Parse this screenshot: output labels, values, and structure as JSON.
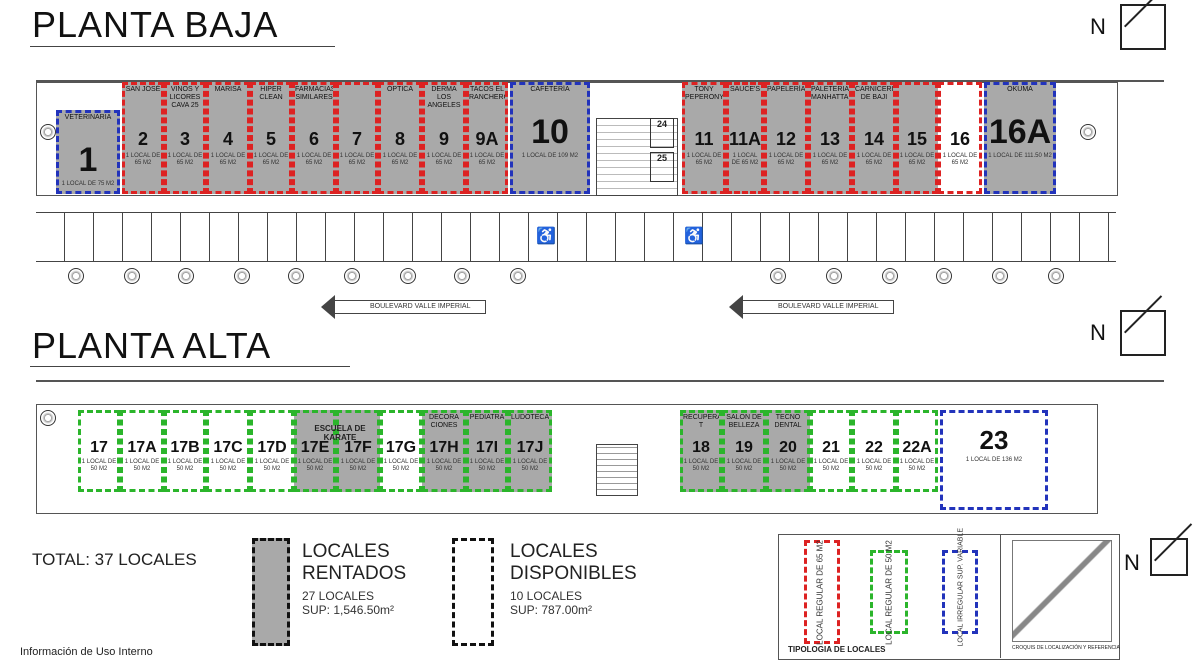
{
  "planta_baja": {
    "title": "PLANTA BAJA",
    "boulevard": "BOULEVARD VALLE IMPERIAL",
    "units": [
      {
        "num": "1",
        "name": "VETERINARIA",
        "cap": "1 LOCAL DE 75 M2",
        "border": "b",
        "status": "rent"
      },
      {
        "num": "2",
        "name": "SAN JOSÉ",
        "cap": "1 LOCAL DE 65 M2",
        "border": "r",
        "status": "rent"
      },
      {
        "num": "3",
        "name": "VINOS Y LICORES CAVA 25",
        "cap": "1 LOCAL DE 65 M2",
        "border": "r",
        "status": "rent"
      },
      {
        "num": "4",
        "name": "MARISA",
        "cap": "1 LOCAL DE 65 M2",
        "border": "r",
        "status": "rent"
      },
      {
        "num": "5",
        "name": "HIPER CLEAN",
        "cap": "1 LOCAL DE 65 M2",
        "border": "r",
        "status": "rent"
      },
      {
        "num": "6",
        "name": "FARMACIAS SIMILARES",
        "cap": "1 LOCAL DE 65 M2",
        "border": "r",
        "status": "rent"
      },
      {
        "num": "7",
        "name": "",
        "cap": "1 LOCAL DE 65 M2",
        "border": "r",
        "status": "rent"
      },
      {
        "num": "8",
        "name": "ÓPTICA",
        "cap": "1 LOCAL DE 65 M2",
        "border": "r",
        "status": "rent"
      },
      {
        "num": "9",
        "name": "DERMA LOS ANGELES",
        "cap": "1 LOCAL DE 65 M2",
        "border": "r",
        "status": "rent"
      },
      {
        "num": "9A",
        "name": "TACOS EL RANCHERO",
        "cap": "1 LOCAL DE 65 M2",
        "border": "r",
        "status": "rent"
      },
      {
        "num": "10",
        "name": "CAFETERÍA",
        "cap": "1 LOCAL DE 109 M2",
        "border": "b",
        "status": "rent"
      },
      {
        "num": "11",
        "name": "TONY PEPERONY",
        "cap": "1 LOCAL DE 65 M2",
        "border": "r",
        "status": "rent"
      },
      {
        "num": "11A",
        "name": "SAUCE'S",
        "cap": "1 LOCAL DE 65 M2",
        "border": "r",
        "status": "rent"
      },
      {
        "num": "12",
        "name": "PAPELERÍA",
        "cap": "1 LOCAL DE 65 M2",
        "border": "r",
        "status": "rent"
      },
      {
        "num": "13",
        "name": "PALETERIA MANHATTAN",
        "cap": "1 LOCAL DE 65 M2",
        "border": "r",
        "status": "rent"
      },
      {
        "num": "14",
        "name": "CARNICERIA DE BAJI",
        "cap": "1 LOCAL DE 65 M2",
        "border": "r",
        "status": "rent"
      },
      {
        "num": "15",
        "name": "",
        "cap": "1 LOCAL DE 65 M2",
        "border": "r",
        "status": "rent"
      },
      {
        "num": "16",
        "name": "",
        "cap": "1 LOCAL DE 65 M2",
        "border": "r",
        "status": "avail"
      },
      {
        "num": "16A",
        "name": "OKUMA",
        "cap": "1 LOCAL DE 111.50 M2",
        "border": "b",
        "status": "rent"
      }
    ],
    "parking": [
      "24",
      "25"
    ]
  },
  "planta_alta": {
    "title": "PLANTA ALTA",
    "units": [
      {
        "num": "17",
        "name": "",
        "cap": "1 LOCAL DE 50 M2",
        "border": "g",
        "status": "avail"
      },
      {
        "num": "17A",
        "name": "",
        "cap": "1 LOCAL DE 50 M2",
        "border": "g",
        "status": "avail"
      },
      {
        "num": "17B",
        "name": "",
        "cap": "1 LOCAL DE 50 M2",
        "border": "g",
        "status": "avail"
      },
      {
        "num": "17C",
        "name": "",
        "cap": "1 LOCAL DE 50 M2",
        "border": "g",
        "status": "avail"
      },
      {
        "num": "17D",
        "name": "",
        "cap": "1 LOCAL DE 50 M2",
        "border": "g",
        "status": "avail"
      },
      {
        "num": "17E",
        "name": "",
        "cap": "1 LOCAL DE 50 M2",
        "border": "g",
        "status": "rent"
      },
      {
        "num": "17F",
        "name": "",
        "cap": "1 LOCAL DE 50 M2",
        "border": "g",
        "status": "rent"
      },
      {
        "num": "17G",
        "name": "",
        "cap": "1 LOCAL DE 50 M2",
        "border": "g",
        "status": "avail"
      },
      {
        "num": "17H",
        "name": "DECORA CIONES",
        "cap": "1 LOCAL DE 50 M2",
        "border": "g",
        "status": "rent"
      },
      {
        "num": "17I",
        "name": "PEDIATRA",
        "cap": "1 LOCAL DE 50 M2",
        "border": "g",
        "status": "rent"
      },
      {
        "num": "17J",
        "name": "LUDOTECA",
        "cap": "1 LOCAL DE 50 M2",
        "border": "g",
        "status": "rent"
      },
      {
        "num": "18",
        "name": "RECUPERA-T",
        "cap": "1 LOCAL DE 50 M2",
        "border": "g",
        "status": "rent"
      },
      {
        "num": "19",
        "name": "SALON DE BELLEZA",
        "cap": "1 LOCAL DE 50 M2",
        "border": "g",
        "status": "rent"
      },
      {
        "num": "20",
        "name": "TECNO DENTAL",
        "cap": "1 LOCAL DE 50 M2",
        "border": "g",
        "status": "rent"
      },
      {
        "num": "21",
        "name": "",
        "cap": "1 LOCAL DE 50 M2",
        "border": "g",
        "status": "avail"
      },
      {
        "num": "22",
        "name": "",
        "cap": "1 LOCAL DE 50 M2",
        "border": "g",
        "status": "avail"
      },
      {
        "num": "22A",
        "name": "",
        "cap": "1 LOCAL DE 50 M2",
        "border": "g",
        "status": "avail"
      },
      {
        "num": "23",
        "name": "",
        "cap": "1 LOCAL DE 136 M2",
        "border": "b",
        "status": "avail"
      }
    ],
    "karate_label": "ESCUELA DE KARATE"
  },
  "compass_label": "N",
  "summary": {
    "total": "TOTAL: 37 LOCALES",
    "rented_title": "LOCALES RENTADOS",
    "rented_count": "27 LOCALES",
    "rented_sup": "SUP: 1,546.50m²",
    "available_title": "LOCALES DISPONIBLES",
    "available_count": "10 LOCALES",
    "available_sup": "SUP: 787.00m²"
  },
  "tipologia": {
    "title": "TIPOLOGIA DE LOCALES",
    "red": "LOCAL REGULAR DE 65 M2",
    "green": "LOCAL REGULAR DE 50 M2",
    "blue": "LOCAL IRREGULAR SUP. VARIABLE",
    "map_caption": "CROQUIS DE LOCALIZACIÓN Y REFERENCIA"
  },
  "footer_note": "Información de Uso Interno",
  "colors": {
    "red": "#d22222",
    "green": "#2bb52b",
    "blue": "#2233bb",
    "rented": "#a9a9a9"
  }
}
